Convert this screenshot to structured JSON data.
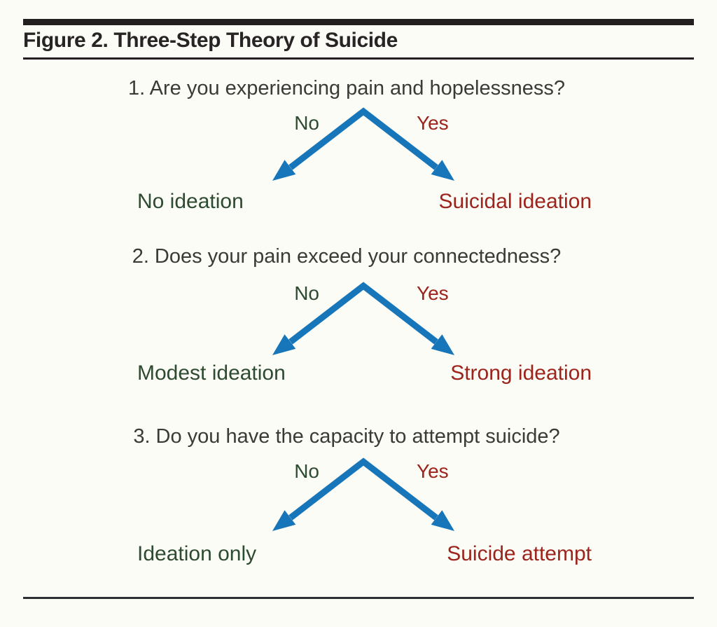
{
  "figure": {
    "title": "Figure 2. Three-Step Theory of Suicide",
    "steps": [
      {
        "question": "1. Are you experiencing pain and hopelessness?",
        "no_label": "No",
        "yes_label": "Yes",
        "no_outcome": "No ideation",
        "yes_outcome": "Suicidal ideation"
      },
      {
        "question": "2. Does your pain exceed your connectedness?",
        "no_label": "No",
        "yes_label": "Yes",
        "no_outcome": "Modest ideation",
        "yes_outcome": "Strong ideation"
      },
      {
        "question": "3. Do you have the capacity to attempt suicide?",
        "no_label": "No",
        "yes_label": "Yes",
        "no_outcome": "Ideation only",
        "yes_outcome": "Suicide attempt"
      }
    ],
    "colors": {
      "arrow_blue": "#1775ba",
      "no_green": "#2e4a31",
      "yes_red": "#9c241c",
      "rule_black": "#231f20",
      "background": "#fbfcf5"
    }
  }
}
